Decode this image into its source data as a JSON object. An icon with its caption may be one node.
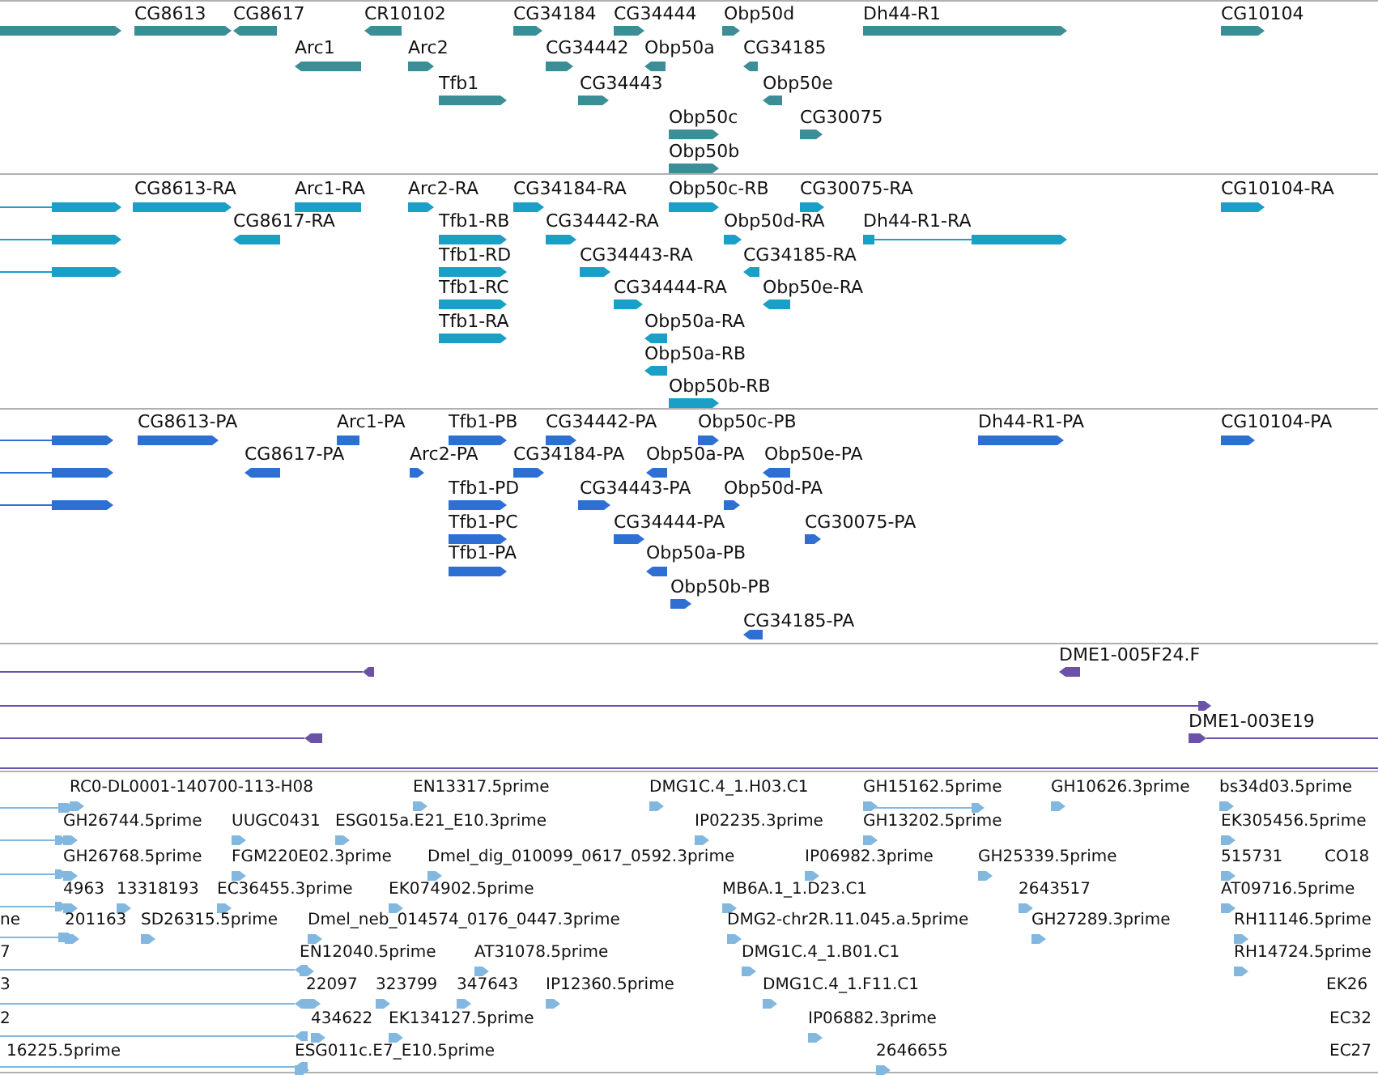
{
  "diagram": {
    "labels": [
      "CG8613",
      "CG8617",
      "CR10102",
      "CG34184",
      "CG34444",
      "Obp50d",
      "Dh44-R1",
      "CG10104",
      "Arc1",
      "Arc2",
      "CG34442",
      "Obp50a",
      "CG34185",
      "Tfb1",
      "CG34443",
      "Obp50e",
      "Obp50c",
      "CG30075",
      "Obp50b",
      "CG8613-RA",
      "Arc1-RA",
      "Arc2-RA",
      "CG34184-RA",
      "Obp50c-RB",
      "CG30075-RA",
      "CG10104-RA",
      "CG8617-RA",
      "Tfb1-RB",
      "CG34442-RA",
      "Obp50d-RA",
      "Dh44-R1-RA",
      "Tfb1-RD",
      "CG34443-RA",
      "CG34185-RA",
      "Tfb1-RC",
      "CG34444-RA",
      "Obp50e-RA",
      "Tfb1-RA",
      "Obp50a-RA",
      "Obp50a-RB",
      "Obp50b-RB",
      "CG8613-PA",
      "Arc1-PA",
      "Tfb1-PB",
      "CG34442-PA",
      "Obp50c-PB",
      "Dh44-R1-PA",
      "CG10104-PA",
      "CG8617-PA",
      "Arc2-PA",
      "CG34184-PA",
      "Obp50a-PA",
      "Obp50e-PA",
      "Tfb1-PD",
      "CG34443-PA",
      "Obp50d-PA",
      "Tfb1-PC",
      "CG34444-PA",
      "CG30075-PA",
      "Tfb1-PA",
      "Obp50a-PB",
      "Obp50b-PB",
      "CG34185-PA",
      "DME1-005F24.F",
      "DME1-003E19",
      "RC0-DL0001-140700-113-H08",
      "EN13317.5prime",
      "DMG1C.4_1.H03.C1",
      "GH15162.5prime",
      "GH10626.3prime",
      "bs34d03.5prime",
      "GH26744.5prime",
      "UUGC0431",
      "ESG015a.E21_E10.3prime",
      "IP02235.3prime",
      "GH13202.5prime",
      "EK305456.5prime",
      "GH26768.5prime",
      "FGM220E02.3prime",
      "Dmel_dig_010099_0617_0592.3prime",
      "IP06982.3prime",
      "GH25339.5prime",
      "515731",
      "CO18",
      "4963",
      "13318193",
      "EC36455.3prime",
      "EK074902.5prime",
      "MB6A.1_1.D23.C1",
      "2643517",
      "AT09716.5prime",
      "ne",
      "201163",
      "SD26315.5prime",
      "Dmel_neb_014574_0176_0447.3prime",
      "DMG2-chr2R.11.045.a.5prime",
      "GH27289.3prime",
      "RH11146.5prime",
      "7",
      "EN12040.5prime",
      "AT31078.5prime",
      "DMG1C.4_1.B01.C1",
      "RH14724.5prime",
      "3",
      "22097",
      "323799",
      "347643",
      "IP12360.5prime",
      "DMG1C.4_1.F11.C1",
      "EK26",
      "2",
      "434622",
      "EK134127.5prime",
      "IP06882.3prime",
      "EC32",
      "16225.5prime",
      "ESG011c.E7_E10.5prime",
      "2646655",
      "EC27"
    ]
  }
}
